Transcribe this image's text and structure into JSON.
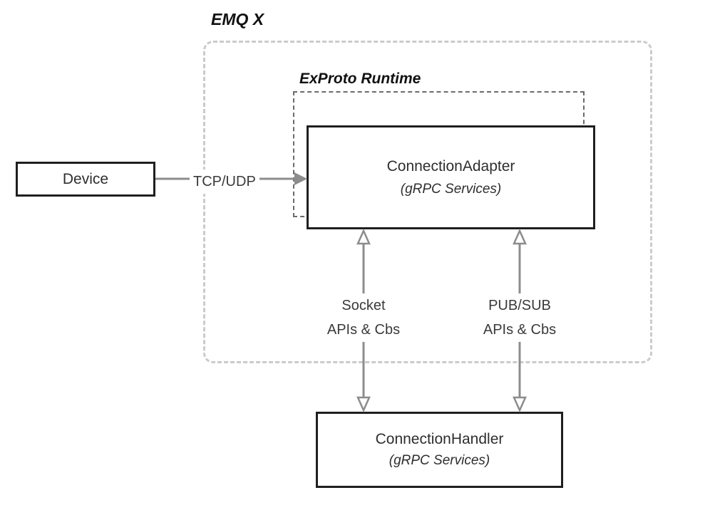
{
  "diagram": {
    "groups": {
      "emqx": {
        "label": "EMQ X"
      },
      "exproto": {
        "label": "ExProto Runtime"
      }
    },
    "nodes": {
      "device": {
        "label": "Device"
      },
      "adapter": {
        "title": "ConnectionAdapter",
        "subtitle": "(gRPC Services)"
      },
      "handler": {
        "title": "ConnectionHandler",
        "subtitle": "(gRPC Services)"
      }
    },
    "edges": {
      "tcp_udp": {
        "label": "TCP/UDP"
      },
      "socket": {
        "line1": "Socket",
        "line2": "APIs & Cbs"
      },
      "pubsub": {
        "line1": "PUB/SUB",
        "line2": "APIs & Cbs"
      }
    },
    "colors": {
      "box_border": "#1f1f1f",
      "arrow": "#8c8c8c",
      "outer_dashed_border": "#cbcbcb",
      "inner_dashed_border": "#6b6b6b",
      "text": "#2e2e2e",
      "background": "#ffffff"
    }
  }
}
